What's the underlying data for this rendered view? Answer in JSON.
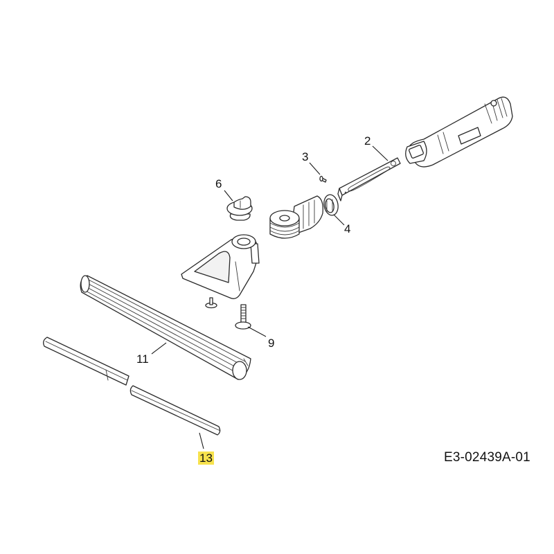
{
  "diagram": {
    "type": "exploded-parts-view",
    "reference_code": "E3-02439A-01",
    "highlight_color": "#f7e24d",
    "callouts": [
      {
        "id": "2",
        "label": "2",
        "part": "slotted-flat-bar",
        "highlighted": false
      },
      {
        "id": "3",
        "label": "3",
        "part": "small-pin-screw",
        "highlighted": false
      },
      {
        "id": "4",
        "label": "4",
        "part": "ring-bushing",
        "highlighted": false
      },
      {
        "id": "6",
        "label": "6",
        "part": "wing-knob",
        "highlighted": false
      },
      {
        "id": "9",
        "label": "9",
        "part": "bolt-with-washer",
        "highlighted": false
      },
      {
        "id": "11",
        "label": "11",
        "part": "ribbed-roller",
        "highlighted": false
      },
      {
        "id": "13",
        "label": "13",
        "part": "blade-strip",
        "highlighted": true
      }
    ],
    "unlabeled_parts": [
      "handle-grip",
      "joint-hub",
      "squeegee-head",
      "small-stud"
    ]
  }
}
